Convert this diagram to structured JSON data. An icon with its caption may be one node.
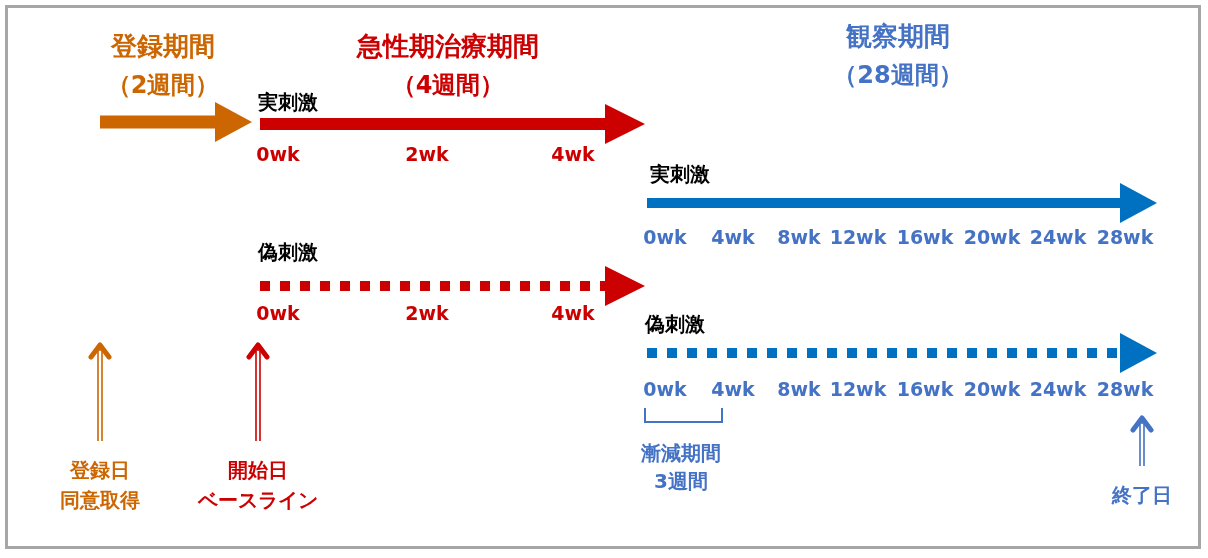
{
  "diagram": {
    "nodes": [
      {
        "text": [
          "登録日",
          "同意取得"
        ]
      },
      {
        "text": [
          "開始日",
          "ベースライン"
        ]
      },
      {
        "text": [
          "終了日"
        ]
      }
    ],
    "edges": [
      {
        "from": 0,
        "to": null,
        "arrow": "to",
        "color": "#cc6600"
      },
      {
        "from": 1,
        "to": null,
        "arrow": "to",
        "color": "#cc0000"
      },
      {
        "from": 2,
        "to": null,
        "arrow": "to",
        "color": "#4472c4"
      }
    ],
    "labels": [
      "登録期間",
      "（2週間）",
      "急性期治療期間",
      "（4週間）",
      "観察期間",
      "（28週間）",
      "実刺激",
      "0wk",
      "2wk",
      "4wk",
      "実刺激",
      "0wk",
      "4wk",
      "8wk",
      "12wk",
      "16wk",
      "20wk",
      "24wk",
      "28wk",
      "偽刺激",
      "0wk",
      "2wk",
      "4wk",
      "偽刺激",
      "0wk",
      "4wk",
      "8wk",
      "12wk",
      "16wk",
      "20wk",
      "24wk",
      "28wk",
      "漸減期間",
      "3週間"
    ]
  }
}
